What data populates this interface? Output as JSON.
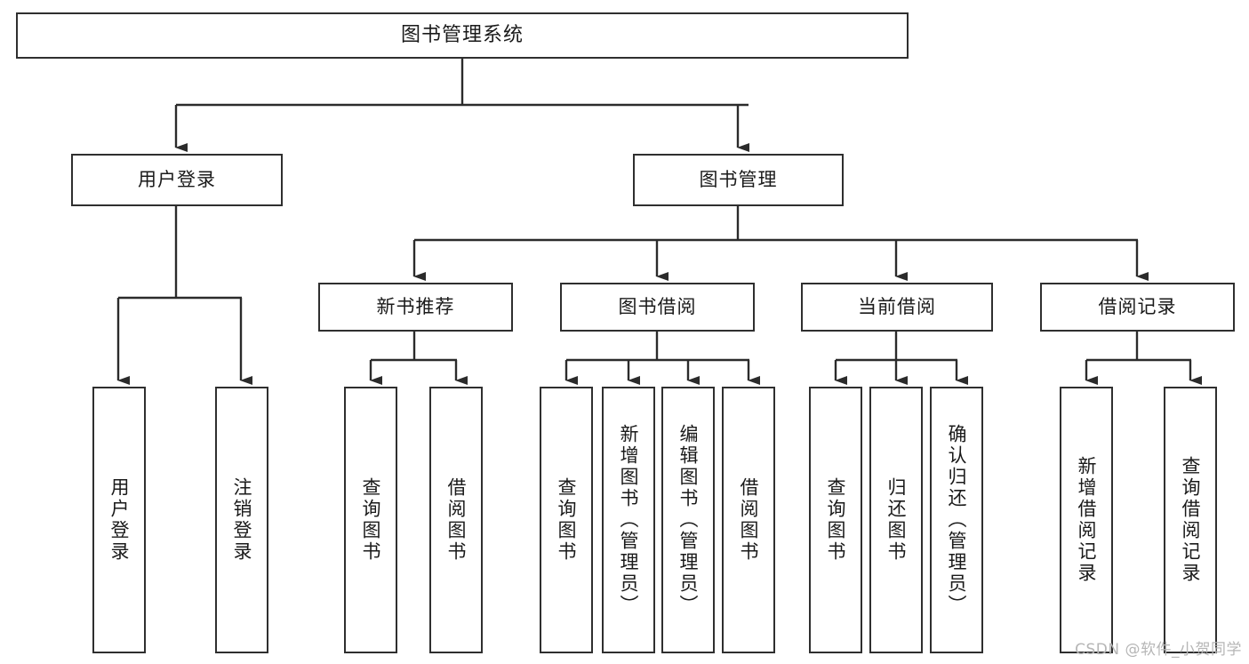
{
  "diagram": {
    "title": "图书管理系统",
    "type": "hierarchy-tree",
    "watermark": "CSDN @软件_小贺同学",
    "colors": {
      "box_border": "#2f2f2f",
      "box_fill": "#ffffff",
      "edge": "#2b2b2b",
      "text": "#1a1a1a",
      "background": "#ffffff",
      "watermark": "#b6b6b6"
    },
    "nodes": {
      "root": {
        "label": "图书管理系统"
      },
      "level2": [
        {
          "id": "user-login",
          "label": "用户登录"
        },
        {
          "id": "book-management",
          "label": "图书管理"
        }
      ],
      "level3": [
        {
          "id": "new-book-recommend",
          "label": "新书推荐"
        },
        {
          "id": "book-borrow",
          "label": "图书借阅"
        },
        {
          "id": "current-borrow",
          "label": "当前借阅"
        },
        {
          "id": "borrow-record",
          "label": "借阅记录"
        }
      ],
      "leaves": {
        "user_login": [
          {
            "id": "leaf-user-login",
            "label": "用户登录"
          },
          {
            "id": "leaf-logout-login",
            "label": "注销登录"
          }
        ],
        "new_book_recommend": [
          {
            "id": "leaf-query-book-1",
            "label": "查询图书"
          },
          {
            "id": "leaf-borrow-book-1",
            "label": "借阅图书"
          }
        ],
        "book_borrow": [
          {
            "id": "leaf-query-book-2",
            "label": "查询图书"
          },
          {
            "id": "leaf-add-book-admin",
            "label": "新增图书（管理员）"
          },
          {
            "id": "leaf-edit-book-admin",
            "label": "编辑图书（管理员）"
          },
          {
            "id": "leaf-borrow-book-2",
            "label": "借阅图书"
          }
        ],
        "current_borrow": [
          {
            "id": "leaf-query-book-3",
            "label": "查询图书"
          },
          {
            "id": "leaf-return-book",
            "label": "归还图书"
          },
          {
            "id": "leaf-confirm-return-admin",
            "label": "确认归还（管理员）"
          }
        ],
        "borrow_record": [
          {
            "id": "leaf-add-borrow-record",
            "label": "新增借阅记录"
          },
          {
            "id": "leaf-query-borrow-record",
            "label": "查询借阅记录"
          }
        ]
      }
    }
  }
}
